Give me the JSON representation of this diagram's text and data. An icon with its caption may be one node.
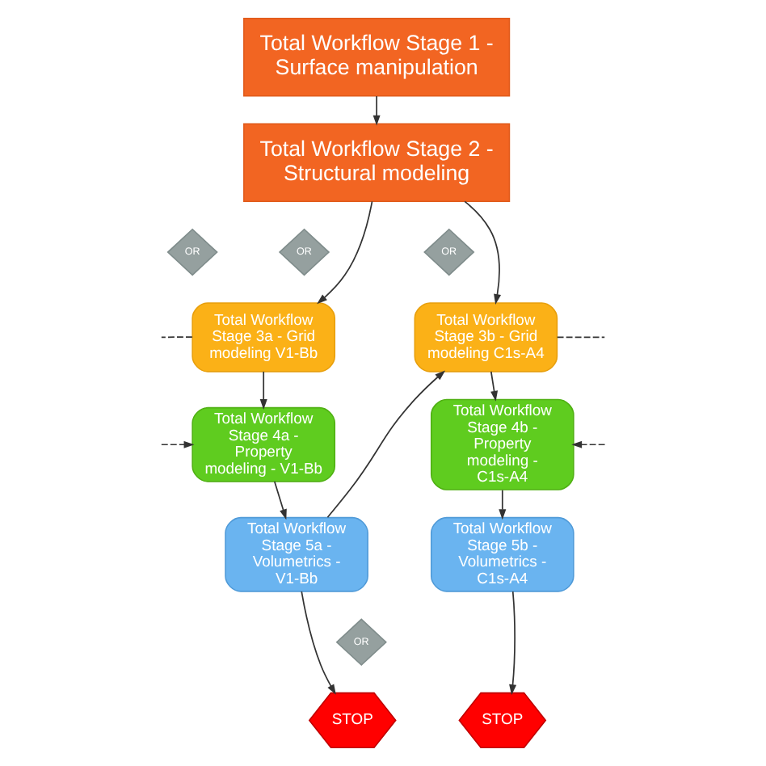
{
  "diagram": {
    "nodes": [
      {
        "text": [
          "Total Workflow Stage 1 - Surface manipulation"
        ]
      },
      {
        "text": [
          "Total Workflow Stage 2 - Structural modeling"
        ]
      },
      {
        "text": [
          "OR"
        ]
      },
      {
        "text": [
          "OR"
        ]
      },
      {
        "text": [
          "Total Workflow Stage 3a - Grid modeling V1-Bb"
        ]
      },
      {
        "text": [
          "Total Workflow Stage 3b - Grid modeling C1s-A4"
        ]
      },
      {
        "text": [
          "OR"
        ]
      },
      {
        "text": [
          "Total Workflow Stage 4a - Property modeling - V1-Bb"
        ]
      },
      {
        "text": [
          "Total Workflow Stage 4b - Property modeling - C1s-A4"
        ]
      },
      {
        "text": [
          "Total Workflow Stage 5a - Volumetrics - V1-Bb"
        ]
      },
      {
        "text": [
          "Total Workflow Stage 5b - Volumetrics - C1s-A4"
        ]
      },
      {
        "text": [
          "OR"
        ]
      },
      {
        "text": [
          "STOP"
        ]
      },
      {
        "text": [
          "STOP"
        ]
      }
    ],
    "edges": [
      {
        "from": 0,
        "to": 1,
        "arrow": "to"
      },
      {
        "from": 1,
        "to": 4,
        "arrow": "to"
      },
      {
        "from": 1,
        "to": 5,
        "arrow": "to"
      },
      {
        "from": 4,
        "to": 7,
        "arrow": "to"
      },
      {
        "from": 7,
        "to": 9,
        "arrow": "to"
      },
      {
        "from": 9,
        "to": 12,
        "arrow": "to"
      },
      {
        "from": 9,
        "to": 5,
        "arrow": "to"
      },
      {
        "from": 5,
        "to": 8,
        "arrow": "to"
      },
      {
        "from": 8,
        "to": 10,
        "arrow": "to"
      },
      {
        "from": 10,
        "to": 13,
        "arrow": "to"
      },
      {
        "from": 4,
        "to": null,
        "arrow": "none",
        "style": "dashed"
      },
      {
        "from": null,
        "to": 7,
        "arrow": "to",
        "style": "dashed"
      },
      {
        "from": 5,
        "to": null,
        "arrow": "none",
        "style": "dashed"
      },
      {
        "from": null,
        "to": 8,
        "arrow": "to",
        "style": "dashed"
      }
    ]
  }
}
